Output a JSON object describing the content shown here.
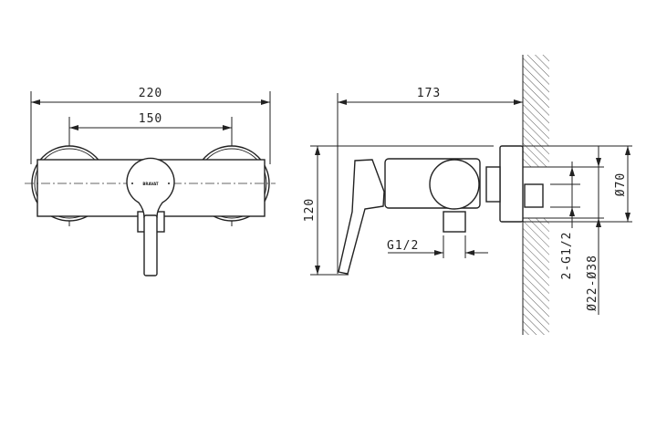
{
  "front_view": {
    "overall_width": "220",
    "center_distance": "150",
    "logo_text": "BRAVAT"
  },
  "side_view": {
    "projection": "173",
    "height": "120",
    "outlet_thread": "G1/2",
    "inlet_thread": "2-G1/2",
    "pipe_diameter": "Ø22-Ø38",
    "escutcheon_diameter": "Ø70"
  }
}
